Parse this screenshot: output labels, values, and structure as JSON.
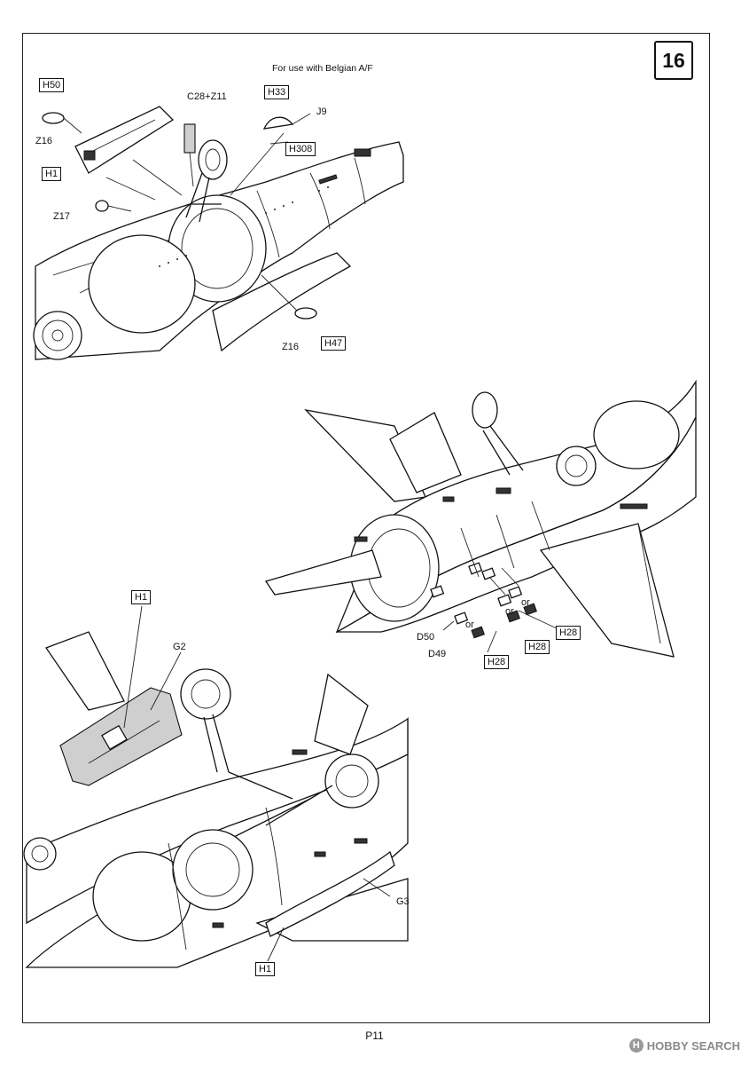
{
  "step_number": "16",
  "note": "For use with Belgian A/F",
  "parts_top": {
    "h50": "H50",
    "z16_a": "Z16",
    "h1_a": "H1",
    "c28_z11": "C28+Z11",
    "h33": "H33",
    "j9": "J9",
    "h308": "H308",
    "z17": "Z17",
    "z16_b": "Z16",
    "h47": "H47"
  },
  "parts_middle": {
    "or_1": "or",
    "or_2": "or",
    "or_3": "or",
    "h28_a": "H28",
    "h28_b": "H28",
    "h28_c": "H28",
    "d50": "D50",
    "d49": "D49"
  },
  "parts_bottom": {
    "h1_b": "H1",
    "g2": "G2",
    "g3": "G3",
    "h1_c": "H1"
  },
  "page_number": "P11",
  "watermark": {
    "icon": "hobby-search-logo-icon",
    "text": "HOBBY SEARCH"
  }
}
